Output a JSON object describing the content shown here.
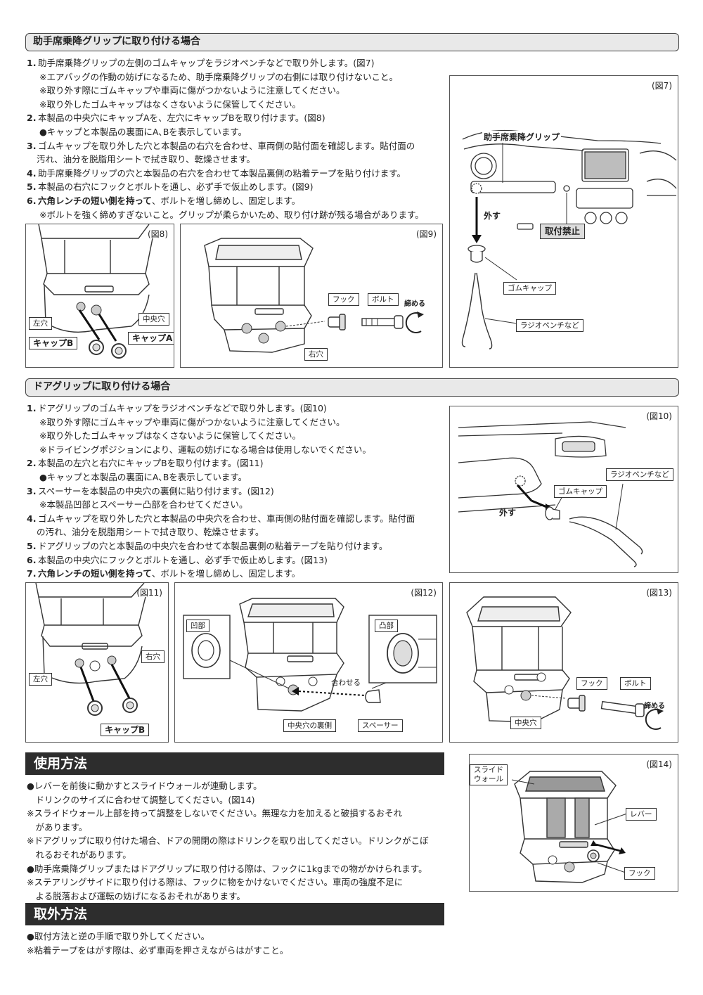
{
  "section1": {
    "title": "助手席乗降グリップに取り付ける場合",
    "steps": [
      {
        "num": "1.",
        "text": "助手席乗降グリップの左側のゴムキャップをラジオペンチなどで取り外します。(図7)",
        "notes": [
          "※エアバッグの作動の妨げになるため、助手席乗降グリップの右側には取り付けないこと。",
          "※取り外す際にゴムキャップや車両に傷がつかないように注意してください。",
          "※取り外したゴムキャップはなくさないように保管してください。"
        ]
      },
      {
        "num": "2.",
        "text": "本製品の中央穴にキャップAを、左穴にキャップBを取り付けます。(図8)",
        "notes": [
          "●キャップと本製品の裏面にA､Bを表示しています。"
        ]
      },
      {
        "num": "3.",
        "text": "ゴムキャップを取り外した穴と本製品の右穴を合わせ、車両側の貼付面を確認します。貼付面の",
        "notes": [
          "汚れ、油分を脱脂用シートで拭き取り、乾燥させます。"
        ]
      },
      {
        "num": "4.",
        "text": "助手席乗降グリップの穴と本製品の右穴を合わせて本製品裏側の粘着テープを貼り付けます。",
        "notes": []
      },
      {
        "num": "5.",
        "text": "本製品の右穴にフックとボルトを通し、必ず手で仮止めします。(図9)",
        "notes": []
      },
      {
        "num": "6.",
        "text_bold": "六角レンチの短い側を持って",
        "text": "、ボルトを増し締めし、固定します。",
        "notes": [
          "※ボルトを強く締めすぎないこと。グリップが柔らかいため、取り付け跡が残る場合があります。"
        ]
      }
    ]
  },
  "fig7": {
    "num": "(図7)",
    "grip": "助手席乗降グリップ",
    "remove": "外す",
    "forbidden": "取付禁止",
    "rubber": "ゴムキャップ",
    "pliers": "ラジオペンチなど"
  },
  "fig8": {
    "num": "(図8)",
    "left": "左穴",
    "center": "中央穴",
    "capB": "キャップB",
    "capA": "キャップA"
  },
  "fig9": {
    "num": "(図9)",
    "hook": "フック",
    "bolt": "ボルト",
    "tighten": "締める",
    "right": "右穴"
  },
  "section2": {
    "title": "ドアグリップに取り付ける場合",
    "steps": [
      {
        "num": "1.",
        "text": "ドアグリップのゴムキャップをラジオペンチなどで取り外します。(図10)",
        "notes": [
          "※取り外す際にゴムキャップや車両に傷がつかないように注意してください。",
          "※取り外したゴムキャップはなくさないように保管してください。",
          "※ドライビングポジションにより、運転の妨げになる場合は使用しないでください。"
        ]
      },
      {
        "num": "2.",
        "text": "本製品の左穴と右穴にキャップBを取り付けます。(図11)",
        "notes": [
          "●キャップと本製品の裏面にA､Bを表示しています。"
        ]
      },
      {
        "num": "3.",
        "text": "スペーサーを本製品の中央穴の裏側に貼り付けます。(図12)",
        "notes": [
          "※本製品凹部とスペーサー凸部を合わせてください。"
        ]
      },
      {
        "num": "4.",
        "text": "ゴムキャップを取り外した穴と本製品の中央穴を合わせ、車両側の貼付面を確認します。貼付面",
        "notes": [
          "の汚れ、油分を脱脂用シートで拭き取り、乾燥させます。"
        ]
      },
      {
        "num": "5.",
        "text": "ドアグリップの穴と本製品の中央穴を合わせて本製品裏側の粘着テープを貼り付けます。",
        "notes": []
      },
      {
        "num": "6.",
        "text": "本製品の中央穴にフックとボルトを通し、必ず手で仮止めします。(図13)",
        "notes": []
      },
      {
        "num": "7.",
        "text_bold": "六角レンチの短い側を持って",
        "text": "、ボルトを増し締めし、固定します。",
        "notes": []
      }
    ]
  },
  "fig10": {
    "num": "(図10)",
    "pliers": "ラジオペンチなど",
    "rubber": "ゴムキャップ",
    "remove": "外す"
  },
  "fig11": {
    "num": "(図11)",
    "right": "右穴",
    "left": "左穴",
    "capB": "キャップB"
  },
  "fig12": {
    "num": "(図12)",
    "recess": "凹部",
    "boss": "凸部",
    "align": "合わせる",
    "center_back": "中央穴の裏側",
    "spacer": "スペーサー"
  },
  "fig13": {
    "num": "(図13)",
    "hook": "フック",
    "bolt": "ボルト",
    "tighten": "締める",
    "center": "中央穴"
  },
  "usage": {
    "title": "使用方法",
    "lines": [
      "●レバーを前後に動かすとスライドウォールが連動します。",
      "　ドリンクのサイズに合わせて調整してください。(図14)",
      "※スライドウォール上部を持って調整をしないでください。無理な力を加えると破損するおそれ",
      "　があります。",
      "※ドアグリップに取り付けた場合、ドアの開閉の際はドリンクを取り出してください。ドリンクがこぼ",
      "　れるおそれがあります。",
      "●助手席乗降グリップまたはドアグリップに取り付ける際は、フックに1kgまでの物がかけられます。",
      "※ステアリングサイドに取り付ける際は、フックに物をかけないでください。車両の強度不足に",
      "　よる脱落および運転の妨げになるおそれがあります。"
    ]
  },
  "fig14": {
    "num": "(図14)",
    "slide1": "スライド",
    "slide2": "ウォール",
    "lever": "レバー",
    "hook": "フック"
  },
  "removal": {
    "title": "取外方法",
    "lines": [
      "●取付方法と逆の手順で取り外してください。",
      "※粘着テープをはがす際は、必ず車両を押さえながらはがすこと。"
    ]
  }
}
